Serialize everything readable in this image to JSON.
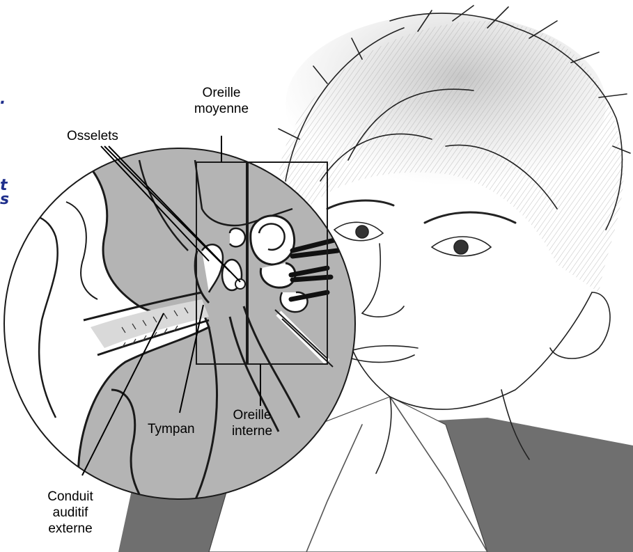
{
  "labels": {
    "oreille_moyenne_line1": "Oreille",
    "oreille_moyenne_line2": "moyenne",
    "osselets": "Osselets",
    "tympan": "Tympan",
    "oreille_interne_line1": "Oreille",
    "oreille_interne_line2": "interne",
    "conduit_line1": "Conduit",
    "conduit_line2": "auditif",
    "conduit_line3": "externe"
  },
  "side_text_fragments": [
    ".",
    "t",
    "s"
  ],
  "colors": {
    "tissue_gray": "#b4b4b4",
    "dark_gray": "#6f6f6f",
    "side_text_blue": "#1f2f8c",
    "outline": "#1a1a1a"
  }
}
